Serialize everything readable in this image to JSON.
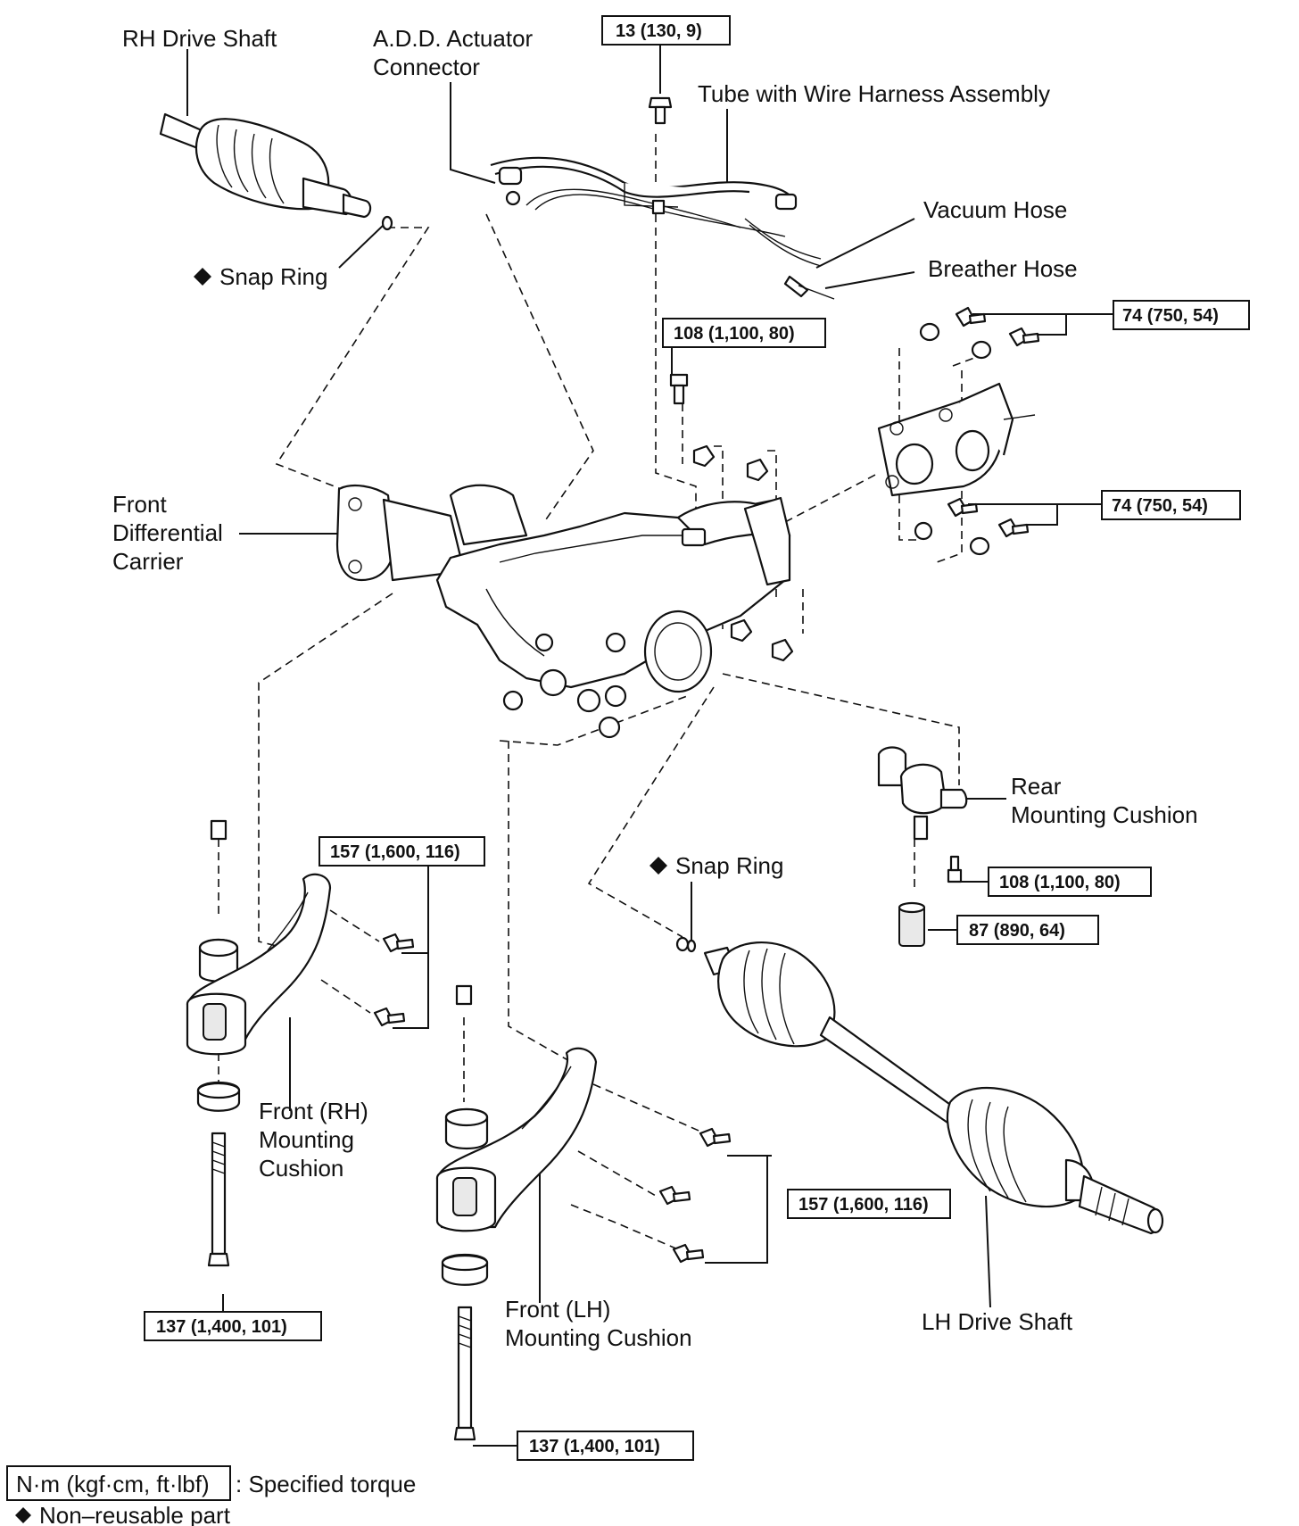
{
  "labels": {
    "rh_drive_shaft": "RH Drive Shaft",
    "add_actuator_l1": "A.D.D.  Actuator",
    "add_actuator_l2": "Connector",
    "tube_harness": "Tube with Wire Harness Assembly",
    "vacuum_hose": "Vacuum Hose",
    "breather_hose": "Breather Hose",
    "snap_ring_top": "Snap Ring",
    "front_diff_l1": "Front",
    "front_diff_l2": "Differential",
    "front_diff_l3": "Carrier",
    "rear_cushion_l1": "Rear",
    "rear_cushion_l2": "Mounting Cushion",
    "snap_ring_bottom": "Snap Ring",
    "front_rh_l1": "Front (RH)",
    "front_rh_l2": "Mounting",
    "front_rh_l3": "Cushion",
    "front_lh_l1": "Front (LH)",
    "front_lh_l2": "Mounting Cushion",
    "lh_drive_shaft": "LH Drive Shaft"
  },
  "torques": {
    "t_13": "13 (130, 9)",
    "t_108_top": "108 (1,100, 80)",
    "t_74_a": "74 (750, 54)",
    "t_74_b": "74 (750, 54)",
    "t_157_rh": "157 (1,600, 116)",
    "t_108_rear": "108 (1,100, 80)",
    "t_87": "87 (890, 64)",
    "t_157_lh": "157 (1,600, 116)",
    "t_137_rh": "137 (1,400, 101)",
    "t_137_lh": "137 (1,400, 101)"
  },
  "legend": {
    "unit_box": "N·m (kgf·cm, ft·lbf)",
    "unit_text": ": Specified torque",
    "nonreusable": "Non–reusable part"
  }
}
